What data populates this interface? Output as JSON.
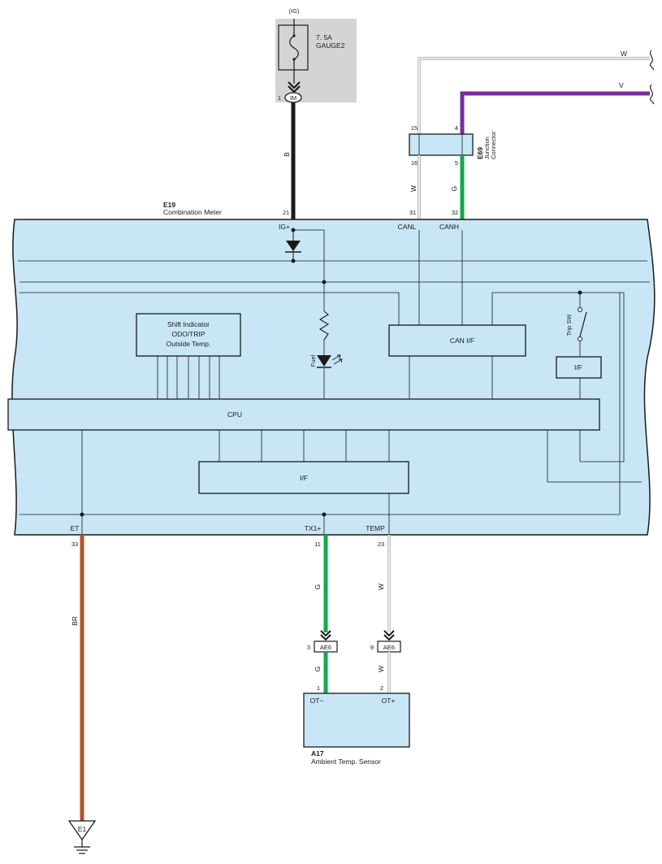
{
  "fuse": {
    "supply": "(IG)",
    "rating": "7. 5A",
    "name": "GAUGE2",
    "pin": "1",
    "connector": "IM"
  },
  "wires": {
    "b": "B",
    "w": "W",
    "v": "V",
    "g": "G",
    "br": "BR"
  },
  "junction": {
    "id": "E69",
    "name_line1": "Junction",
    "name_line2": "Connector",
    "pins": [
      "15",
      "4",
      "16",
      "5"
    ]
  },
  "meter": {
    "id": "E19",
    "name": "Combination Meter",
    "top_pins": [
      "21",
      "31",
      "32"
    ],
    "top_terminals": [
      "IG+",
      "CANL",
      "CANH"
    ],
    "bottom_terminals": [
      "ET",
      "TX1+",
      "TEMP"
    ],
    "bottom_pins": [
      "33",
      "11",
      "23"
    ],
    "blocks": {
      "shift_line1": "Shift Indicator",
      "shift_line2": "ODO/TRIP",
      "shift_line3": "Outside Temp.",
      "can_if": "CAN I/F",
      "trip_sw": "Trip SW",
      "if_small": "I/F",
      "cpu": "CPU",
      "if_large": "I/F",
      "fuel": "Fuel"
    }
  },
  "connector_ae6": {
    "id": "AE6",
    "pin_left": "3",
    "pin_right": "9"
  },
  "sensor": {
    "id": "A17",
    "name": "Ambient Temp. Sensor",
    "pins": [
      "1",
      "2"
    ],
    "terminals": [
      "OT−",
      "OT+"
    ]
  },
  "ground": {
    "id": "E1"
  },
  "colors": {
    "meter_fill": "#c8e6f5",
    "fuse_bg": "#d4d4d4",
    "wire_black": "#1a1a1a",
    "wire_green": "#14a84a",
    "wire_violet": "#7a2d9a",
    "wire_brown": "#b0552e",
    "wire_white": "#ffffff"
  }
}
